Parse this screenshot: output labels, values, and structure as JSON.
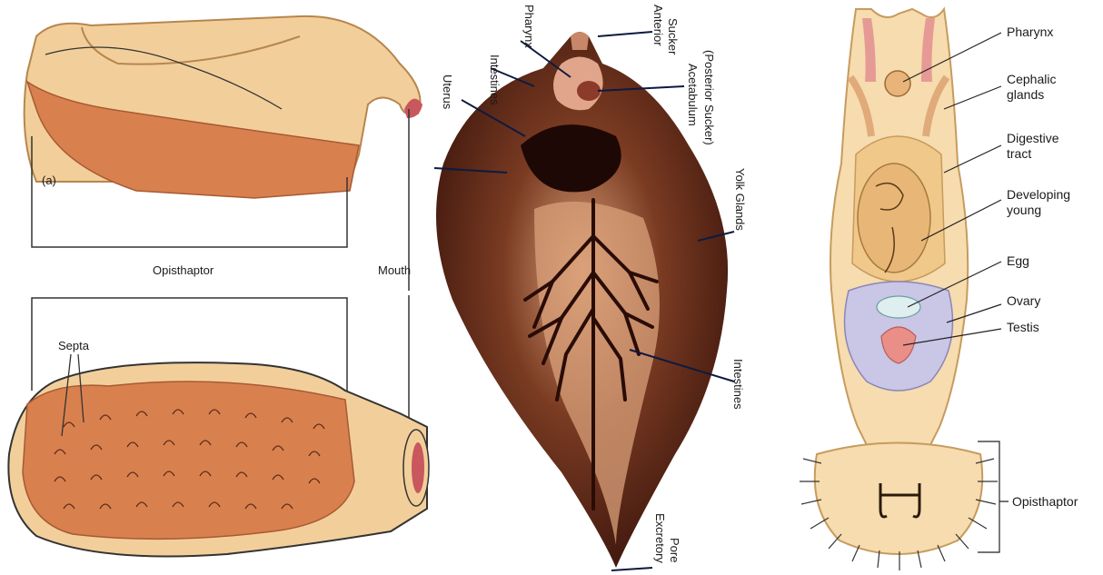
{
  "panel_a": {
    "sublabel": "(a)",
    "opisthaptor": "Opisthaptor",
    "mouth": "Mouth",
    "septa": "Septa"
  },
  "panel_b": {
    "labels": {
      "intestines_top": "Intestines",
      "pharynx": "Pharynx",
      "anterior_sucker_1": "Anterior",
      "anterior_sucker_2": "Sucker",
      "acetabulum_1": "Acetabulum",
      "acetabulum_2": "(Posterior Sucker)",
      "uterus": "Uterus",
      "yolk_glands": "Yolk Glands",
      "intestines_lower": "Intestines",
      "excretory_1": "Excretory",
      "excretory_2": "Pore"
    }
  },
  "panel_c": {
    "labels": {
      "pharynx": "Pharynx",
      "cephalic_1": "Cephalic",
      "cephalic_2": "glands",
      "digestive_1": "Digestive",
      "digestive_2": "tract",
      "developing_1": "Developing",
      "developing_2": "young",
      "egg": "Egg",
      "ovary": "Ovary",
      "testis": "Testis",
      "opisthaptor": "Opisthaptor"
    }
  },
  "colors": {
    "body_tan": "#f2cf9a",
    "body_orange": "#d9804f",
    "fluke_dark": "#3a140c",
    "fluke_mid": "#7a3b22",
    "fluke_light": "#d9a079",
    "ovary_blue": "#c9c6e6"
  }
}
